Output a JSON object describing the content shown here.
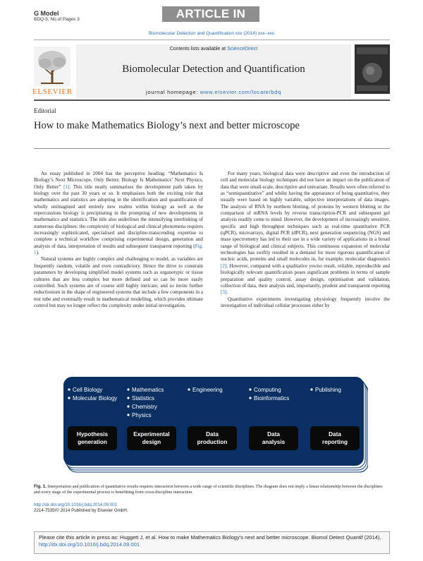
{
  "header": {
    "gmodel": "G Model",
    "code": "BDQ-5;",
    "pages": "No.of Pages 3",
    "banner": "ARTICLE IN PRESS",
    "journal_ref": "Biomolecular Detection and Quantification xxx (2014) xxx–xxx"
  },
  "journal": {
    "contents_prefix": "Contents lists available at ",
    "contents_link": "ScienceDirect",
    "title": "Biomolecular Detection and Quantification",
    "homepage_label": "journal homepage: ",
    "homepage_url": "www.elsevier.com/locate/bdq",
    "publisher": "ELSEVIER"
  },
  "article": {
    "section": "Editorial",
    "title": "How to make Mathematics Biology’s next and better microscope"
  },
  "body_left": [
    {
      "pre": "An essay published in 2004 has the perceptive heading: “Mathematics Is Biology’s Next Microscope, Only Better; Biology Is Mathematics’ Next Physics, Only Better” ",
      "ref": "[1]",
      "post": ". This title neatly summarises the development path taken by biology over the past 30 years or so. It emphasises both the exciting role that mathematics and statistics are adopting in the identification and quantification of wholly unimagined and entirely new realms within biology as well as the repercussions biology is precipitating in the prompting of new developments in mathematics and statistics. The title also underlines the intensifying interlinking of numerous disciplines: the complexity of biological and clinical phenomena requires increasingly sophisticated, specialised and discipline-transcending expertise to complete a technical workflow comprising experimental design, generation and analysis of data, interpretation of results and subsequent transparent reporting (",
      "ref2": "Fig. 1",
      "post2": ")."
    },
    {
      "pre": "Natural systems are highly complex and challenging to model, as variables are frequently random, volatile and even contradictory. Hence the drive to constrain parameters by developing simplified model systems such as organotypic or tissue cultures that are less complex but more defined and so can be more easily controlled. Such systems are of course still highly intricate, and so invite further reductionism in the shape of engineered systems that include a few components in a test tube and eventually result in mathematical modelling, which provides ultimate control but may no longer reflect the complexity under initial investigation.",
      "ref": "",
      "post": "",
      "ref2": "",
      "post2": ""
    }
  ],
  "body_right": [
    {
      "pre": "For many years, biological data were descriptive and even the introduction of cell and molecular biology techniques did not have an impact on the publication of data that were small-scale, descriptive and univariate. Results were often referred to as “semiquantitative” and whilst having the appearance of being quantitative, they usually were based on highly variable, subjective interpretations of data images. The analysis of RNA by northern blotting, of proteins by western blotting or the comparison of mRNA levels by reverse transcription-PCR and subsequent gel analysis readily come to mind. However, the development of increasingly sensitive, specific and high throughput techniques such as real-time quantitative PCR (qPCR), microarrays, digital PCR (dPCR), next generation sequencing (NGS) and mass spectrometry has led to their use in a wide variety of applications in a broad range of biological and clinical subjects. This continuous expansion of molecular technologies has swiftly resulted in a demand for more rigorous quantification of nucleic acids, proteins and small molecules in, for example, molecular diagnostics ",
      "ref": "[2]",
      "post": ". However, compared with a qualitative yes/no result, reliable, reproducible and biologically relevant quantification poses significant problems in terms of sample preparation and quality control, assay design, optimisation and validation, collection of data, their analysis and, importantly, prudent and transparent reporting ",
      "ref2": "[3]",
      "post2": "."
    },
    {
      "pre": "Quantitative experiments investigating physiology frequently involve the investigation of individual cellular processes either by",
      "ref": "",
      "post": "",
      "ref2": "",
      "post2": ""
    }
  ],
  "figure": {
    "stages": [
      {
        "items": [
          "Cell Biology",
          "Molecular Biology"
        ],
        "label_line1": "Hypothesis",
        "label_line2": "generation",
        "color": "#0a2f63"
      },
      {
        "items": [
          "Mathematics",
          "Statistics",
          "Chemistry",
          "Physics"
        ],
        "label_line1": "Experimental",
        "label_line2": "design",
        "color": "#0d4a8f"
      },
      {
        "items": [
          "Engineering"
        ],
        "label_line1": "Data",
        "label_line2": "production",
        "color": "#1566b8"
      },
      {
        "items": [
          "Computing",
          "Bioinformatics"
        ],
        "label_line1": "Data",
        "label_line2": "analysis",
        "color": "#1e85d6"
      },
      {
        "items": [
          "Publishing"
        ],
        "label_line1": "Data",
        "label_line2": "reporting",
        "color": "#3aa1ec"
      }
    ],
    "caption_label": "Fig. 1.",
    "caption_text": " Interpretation and publication of quantitative results requires interaction between a wide range of scientific disciplines. The diagram does not imply a linear relationship between the disciplines and every stage of the experimental process is benefitting from cross-discipline interaction."
  },
  "footer": {
    "doi": "http://dx.doi.org/10.1016/j.bdq.2014.09.001",
    "issn": "2214-7535/© 2014 Published by Elsevier GmbH.",
    "cite_text": "Please cite this article in press as: Huggett J, et al. How to make Mathematics Biology’s next and better microscope. Biomol Detect Quantif (2014), ",
    "cite_link": "http://dx.doi.org/10.1016/j.bdq.2014.09.001"
  }
}
